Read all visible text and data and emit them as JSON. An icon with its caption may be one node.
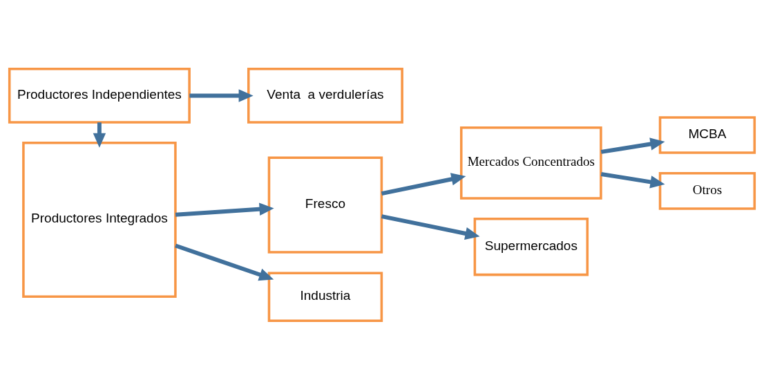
{
  "diagram": {
    "nodes": [
      {
        "text": [
          "Productores Integrados"
        ]
      },
      {
        "text": [
          "Fresco"
        ]
      },
      {
        "text": [
          "Industria"
        ]
      },
      {
        "text": [
          "Mercados Concentrados"
        ]
      },
      {
        "text": [
          "Supermercados"
        ]
      },
      {
        "text": [
          "MCBA"
        ]
      },
      {
        "text": [
          "Otros"
        ]
      },
      {
        "text": [
          "Productores Independientes"
        ]
      },
      {
        "text": [
          "Venta  a verdulerías"
        ]
      }
    ],
    "edges": [
      {
        "from": 0,
        "to": 1,
        "arrow": "to"
      },
      {
        "from": 0,
        "to": 2,
        "arrow": "to"
      },
      {
        "from": 1,
        "to": 3,
        "arrow": "to"
      },
      {
        "from": 1,
        "to": 4,
        "arrow": "to"
      },
      {
        "from": 3,
        "to": 5,
        "arrow": "to"
      },
      {
        "from": 3,
        "to": 6,
        "arrow": "to"
      },
      {
        "from": 7,
        "to": 0,
        "arrow": "to"
      },
      {
        "from": 7,
        "to": 8,
        "arrow": "to"
      }
    ]
  }
}
